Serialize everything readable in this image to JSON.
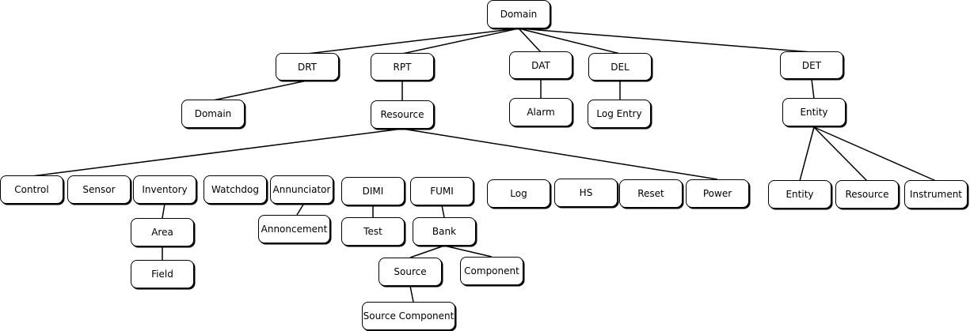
{
  "nodes": {
    "domain_root": "Domain",
    "drt": "DRT",
    "rpt": "RPT",
    "dat": "DAT",
    "del": "DEL",
    "det": "DET",
    "drt_domain": "Domain",
    "resource": "Resource",
    "alarm": "Alarm",
    "log_entry": "Log Entry",
    "entity": "Entity",
    "control": "Control",
    "sensor": "Sensor",
    "inventory": "Inventory",
    "watchdog": "Watchdog",
    "annunciator": "Annunciator",
    "dimi": "DIMI",
    "fumi": "FUMI",
    "log": "Log",
    "hs": "HS",
    "reset": "Reset",
    "power": "Power",
    "det_entity": "Entity",
    "det_resource": "Resource",
    "instrument": "Instrument",
    "area": "Area",
    "field": "Field",
    "annoncement": "Annoncement",
    "test": "Test",
    "bank": "Bank",
    "source": "Source",
    "component": "Component",
    "source_component": "Source Component"
  }
}
